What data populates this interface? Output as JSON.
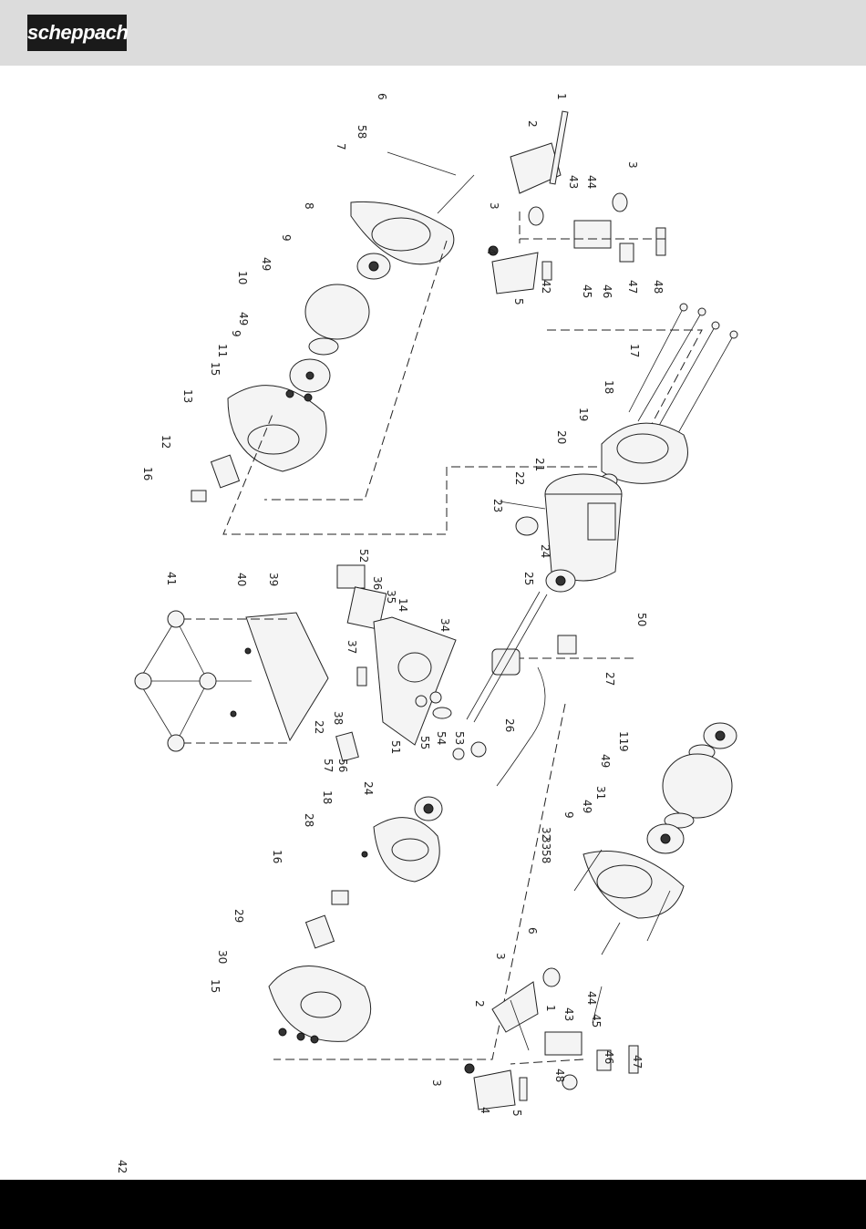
{
  "brand": {
    "logo_text": "scheppach"
  },
  "diagram": {
    "labels": [
      "1",
      "2",
      "3",
      "3",
      "4",
      "5",
      "6",
      "58",
      "7",
      "8",
      "9",
      "49",
      "10",
      "49",
      "9",
      "11",
      "15",
      "13",
      "12",
      "16",
      "42",
      "43",
      "44",
      "45",
      "46",
      "47",
      "48",
      "17",
      "18",
      "19",
      "20",
      "21",
      "22",
      "23",
      "24",
      "25",
      "50",
      "52",
      "36",
      "35",
      "14",
      "34",
      "37",
      "39",
      "40",
      "41",
      "38",
      "22",
      "57",
      "56",
      "51",
      "55",
      "54",
      "53",
      "26",
      "27",
      "24",
      "18",
      "28",
      "16",
      "29",
      "30",
      "15",
      "11",
      "9",
      "49",
      "31",
      "49",
      "9",
      "32",
      "33",
      "58",
      "6",
      "3",
      "2",
      "1",
      "43",
      "44",
      "45",
      "46",
      "47",
      "48",
      "3",
      "4",
      "5",
      "42"
    ]
  }
}
